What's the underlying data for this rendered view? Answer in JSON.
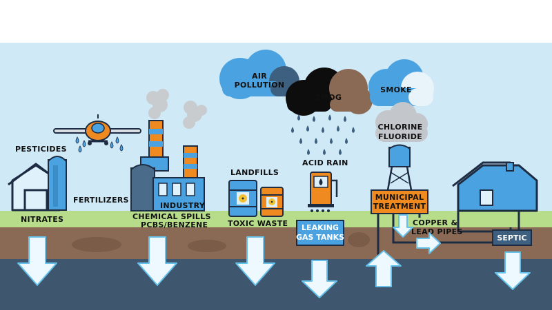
{
  "colors": {
    "sky": "#cfe9f6",
    "grass": "#b7dc8a",
    "soil": "#8a6a55",
    "groundwater": "#3f566f",
    "arrow_fill": "#eef8ff",
    "arrow_stroke": "#66c1ea",
    "blue": "#4aa3e0",
    "orange": "#ee8a1f",
    "navy": "#1d2b43"
  },
  "clouds": {
    "air_pollution": {
      "line1": "AIR",
      "line2": "POLLUTION"
    },
    "smog": "SMOG",
    "smoke": "SMOKE",
    "chlorine": {
      "line1": "CHLORINE",
      "line2": "FLUORIDE"
    }
  },
  "labels": {
    "pesticides": "PESTICIDES",
    "fertilizers": "FERTILIZERS",
    "nitrates": "NITRATES",
    "industry": "INDUSTRY",
    "chemical_spills": "CHEMICAL SPILLS",
    "pcbs_benzene": "PCBS/BENZENE",
    "landfills": "LANDFILLS",
    "toxic_waste": "TOXIC WASTE",
    "acid_rain": "ACID RAIN",
    "leaking": "LEAKING",
    "gas_tanks": "GAS TANKS",
    "municipal": "MUNICIPAL",
    "treatment": "TREATMENT",
    "copper": "COPPER &",
    "lead_pipes": "LEAD PIPES",
    "septic": "SEPTIC"
  }
}
